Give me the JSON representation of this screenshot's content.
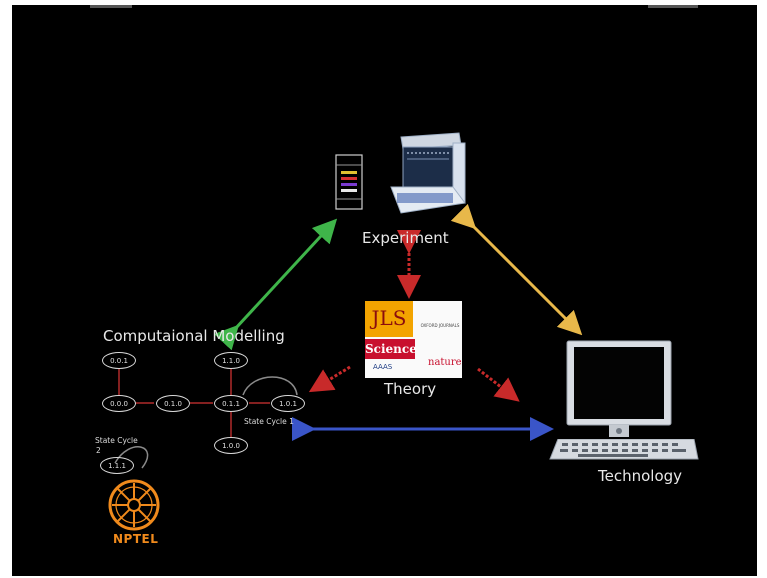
{
  "labels": {
    "experiment": "Experiment",
    "theory": "Theory",
    "computational_modelling": "Computaional Modelling",
    "technology": "Technology"
  },
  "state_graph": {
    "nodes": [
      "0.0.1",
      "1.1.0",
      "0.0.0",
      "0.1.0",
      "0.1.1",
      "1.0.1",
      "1.0.0",
      "1.1.1"
    ],
    "state_cycle_1": "State Cycle 1",
    "state_cycle_2_line1": "State Cycle",
    "state_cycle_2_line2": "2"
  },
  "journals": {
    "jls": "JLS",
    "science": "Science",
    "aaas": "AAAS",
    "nature": "nature",
    "oxford": "OXFORD JOURNALS"
  },
  "logo": {
    "text": "NPTEL"
  },
  "colors": {
    "background": "#000000",
    "arrow_green": "#3fb54a",
    "arrow_yellow": "#e8b84a",
    "arrow_blue": "#3a55c8",
    "arrow_red": "#c82a2a",
    "nptel_orange": "#f08a1c"
  },
  "icons": {
    "experiment": [
      "gel-electrophoresis-icon",
      "sequencer-icon"
    ],
    "technology": [
      "computer-monitor-icon",
      "keyboard-icon"
    ],
    "logo": "nptel-wheel-icon"
  }
}
